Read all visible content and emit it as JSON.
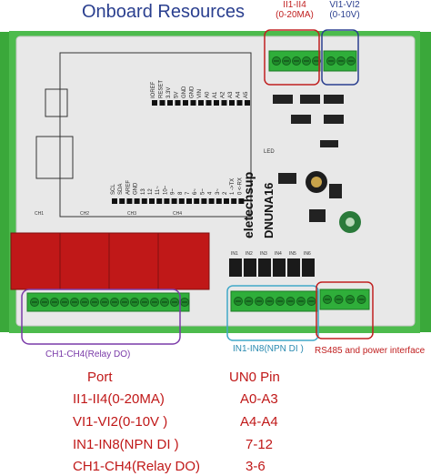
{
  "header": {
    "title": "Onboard Resources"
  },
  "callouts": {
    "ii_range": "II1-II4",
    "ii_unit": "(0-20MA)",
    "vi_range": "VI1-VI2",
    "vi_unit": "(0-10V)",
    "relay": "CH1-CH4(Relay DO)",
    "npn": "IN1-IN8(NPN DI )",
    "rs485": "RS485 and power interface"
  },
  "board": {
    "brand": "eletechsup",
    "model": "DNUNA16",
    "ch_labels": [
      "CH1",
      "CH2",
      "CH3",
      "CH4"
    ],
    "in_labels": [
      "IN1",
      "IN2",
      "IN3",
      "IN4",
      "IN5",
      "IN6"
    ],
    "top_pins": [
      "IOREF",
      "RESET",
      "3.3V",
      "5V",
      "GND",
      "GND",
      "VIN",
      "A0",
      "A1",
      "A2",
      "A3",
      "A4",
      "A5"
    ],
    "bottom_pins": [
      "SCL",
      "SDA",
      "AREF",
      "GND",
      "13",
      "12",
      "11~",
      "10~",
      "9~",
      "8",
      "7",
      "6~",
      "5~",
      "4",
      "3~",
      "2",
      "1 ->TX",
      "0 <-RX"
    ],
    "led_label": "LED"
  },
  "table": {
    "headers": [
      "Port",
      "UN0 Pin"
    ],
    "rows": [
      {
        "port": "II1-II4(0-20MA)",
        "pin": "A0-A3"
      },
      {
        "port": "VI1-VI2(0-10V  )",
        "pin": "A4-A4"
      },
      {
        "port": "IN1-IN8(NPN DI )",
        "pin": "7-12"
      },
      {
        "port": "CH1-CH4(Relay DO)",
        "pin": "3-6"
      }
    ]
  },
  "colors": {
    "title": "#2a3f8f",
    "accent_red": "#c02020",
    "rail": "#3aa83a",
    "pcb": "#e8e8e8",
    "terminal": "#2fae3a",
    "relay": "#c01818"
  }
}
